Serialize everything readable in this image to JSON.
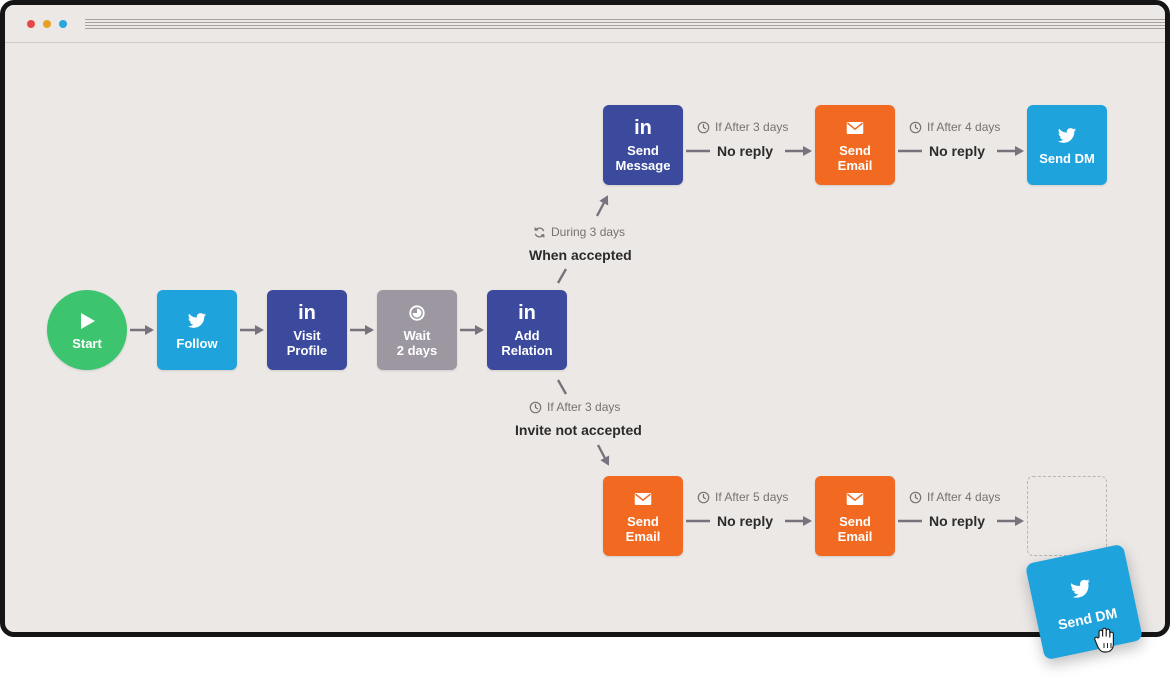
{
  "window": {
    "controls": [
      "close",
      "minimize",
      "maximize"
    ]
  },
  "colors": {
    "start": "#3cc46f",
    "twitter": "#1fa3dd",
    "linkedin": "#3c4a9e",
    "wait": "#9c97a0",
    "email": "#f26a21",
    "canvas": "#ebe8e6",
    "arrow": "#77727c"
  },
  "nodes": {
    "start": {
      "label": "Start",
      "icon": "play-icon"
    },
    "follow": {
      "label": "Follow",
      "icon": "twitter-icon"
    },
    "visit_profile": {
      "label": "Visit\nProfile",
      "icon": "linkedin-icon"
    },
    "wait": {
      "label": "Wait\n2 days",
      "icon": "timer-icon"
    },
    "add_relation": {
      "label": "Add\nRelation",
      "icon": "linkedin-icon"
    },
    "send_message": {
      "label": "Send\nMessage",
      "icon": "linkedin-icon"
    },
    "send_email_top": {
      "label": "Send\nEmail",
      "icon": "mail-icon"
    },
    "send_dm_top": {
      "label": "Send DM",
      "icon": "twitter-icon"
    },
    "send_email_bottom_1": {
      "label": "Send\nEmail",
      "icon": "mail-icon"
    },
    "send_email_bottom_2": {
      "label": "Send\nEmail",
      "icon": "mail-icon"
    },
    "drag_card": {
      "label": "Send DM",
      "icon": "twitter-icon"
    }
  },
  "branches": {
    "accepted": {
      "condition": "During 3 days",
      "label": "When accepted",
      "icon": "refresh-icon"
    },
    "not_accepted": {
      "condition": "If After 3 days",
      "label": "Invite not accepted",
      "icon": "clock-icon"
    }
  },
  "edges": {
    "top_1": {
      "condition": "If After 3 days",
      "label": "No reply"
    },
    "top_2": {
      "condition": "If After 4 days",
      "label": "No reply"
    },
    "bottom_1": {
      "condition": "If After 5 days",
      "label": "No reply"
    },
    "bottom_2": {
      "condition": "If After 4 days",
      "label": "No reply"
    }
  }
}
